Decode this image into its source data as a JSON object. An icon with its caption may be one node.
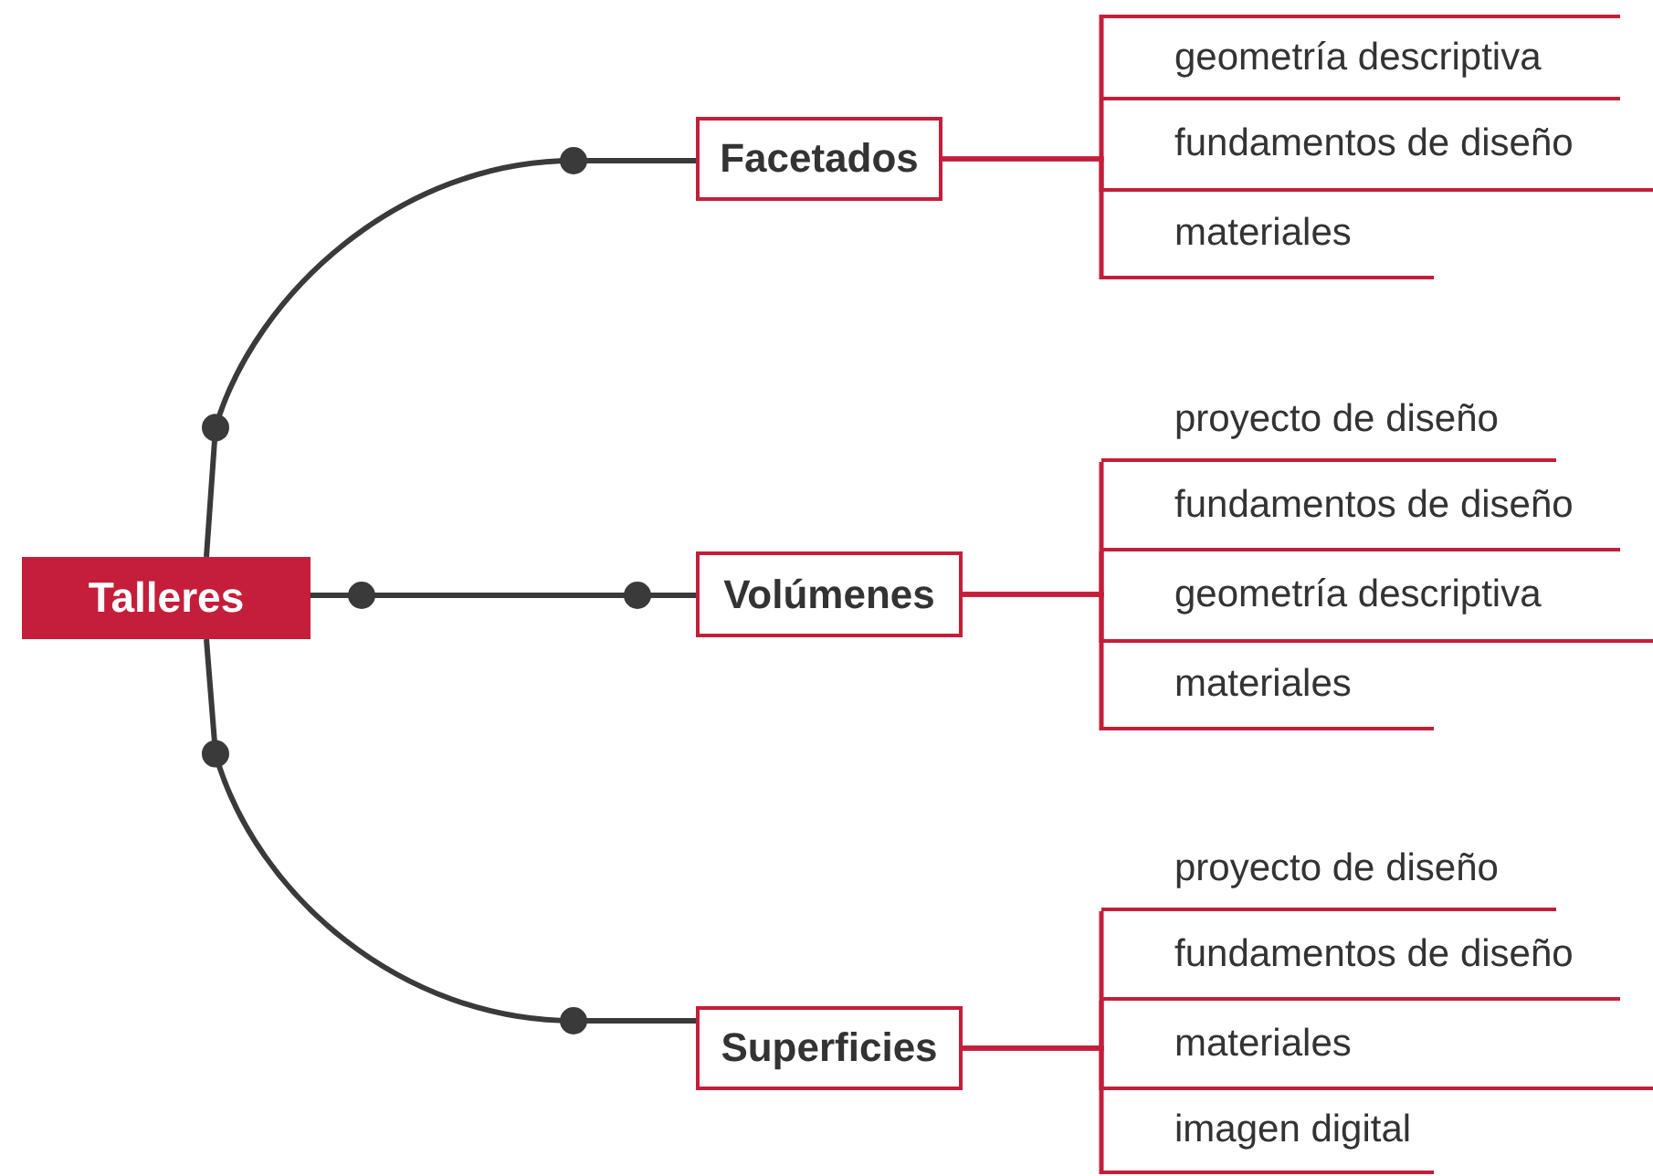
{
  "diagram": {
    "nodes": [
      {
        "text": [
          "Talleres"
        ]
      },
      {
        "text": [
          "Facetados"
        ]
      },
      {
        "text": [
          "geometría descriptiva"
        ]
      },
      {
        "text": [
          "fundamentos de diseño"
        ]
      },
      {
        "text": [
          "materiales"
        ]
      },
      {
        "text": [
          "Volúmenes"
        ]
      },
      {
        "text": [
          "proyecto de diseño"
        ]
      },
      {
        "text": [
          "fundamentos de diseño"
        ]
      },
      {
        "text": [
          "geometría descriptiva"
        ]
      },
      {
        "text": [
          "materiales"
        ]
      },
      {
        "text": [
          "Superficies"
        ]
      },
      {
        "text": [
          "proyecto de diseño"
        ]
      },
      {
        "text": [
          "fundamentos de diseño"
        ]
      },
      {
        "text": [
          "materiales"
        ]
      },
      {
        "text": [
          "imagen digital"
        ]
      }
    ],
    "edges": [
      {
        "from": 0,
        "to": 1,
        "arrow": "other",
        "color": "#3a3a3a"
      },
      {
        "from": 0,
        "to": 5,
        "arrow": "other",
        "color": "#3a3a3a"
      },
      {
        "from": 0,
        "to": 10,
        "arrow": "other",
        "color": "#3a3a3a"
      },
      {
        "from": 1,
        "to": 2,
        "arrow": "none"
      },
      {
        "from": 1,
        "to": 3,
        "arrow": "none"
      },
      {
        "from": 1,
        "to": 4,
        "arrow": "none"
      },
      {
        "from": 5,
        "to": 6,
        "arrow": "none"
      },
      {
        "from": 5,
        "to": 7,
        "arrow": "none"
      },
      {
        "from": 5,
        "to": 8,
        "arrow": "none"
      },
      {
        "from": 5,
        "to": 9,
        "arrow": "none"
      },
      {
        "from": 10,
        "to": 11,
        "arrow": "none"
      },
      {
        "from": 10,
        "to": 12,
        "arrow": "none"
      },
      {
        "from": 10,
        "to": 13,
        "arrow": "none"
      },
      {
        "from": 10,
        "to": 14,
        "arrow": "none"
      }
    ]
  }
}
